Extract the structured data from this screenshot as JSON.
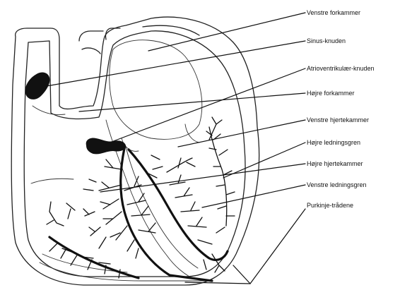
{
  "diagram": {
    "labels": [
      {
        "id": "venstre-forkammer",
        "text": "Venstre forkammer"
      },
      {
        "id": "sinus-knuden",
        "text": "Sinus-knuden"
      },
      {
        "id": "atrioventrikulaer-knuden",
        "text": "Atrioventrikulær-knuden"
      },
      {
        "id": "hojre-forkammer",
        "text": "Højre forkammer"
      },
      {
        "id": "venstre-hjertekammer",
        "text": "Venstre hjertekammer"
      },
      {
        "id": "hojre-ledningsgren",
        "text": "Højre ledningsgren"
      },
      {
        "id": "hojre-hjertekammer",
        "text": "Højre hjertekammer"
      },
      {
        "id": "venstre-ledningsgren",
        "text": "Venstre ledningsgren"
      },
      {
        "id": "purkinje-traadene",
        "text": "Purkinje-trådene"
      }
    ]
  }
}
